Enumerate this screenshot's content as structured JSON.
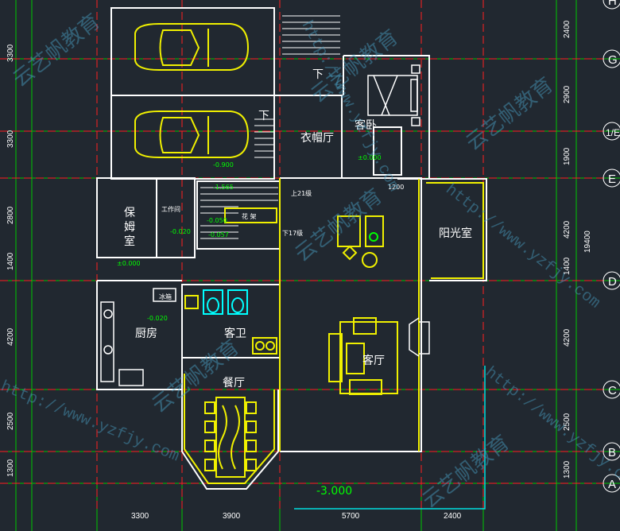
{
  "rooms": {
    "wardrobe_hall": "衣帽厅",
    "guest_bedroom": "客卧",
    "sunroom": "阳光室",
    "nanny_line1": "保",
    "nanny_line2": "姆",
    "nanny_line3": "室",
    "workroom": "工作间",
    "kitchen": "厨房",
    "guest_bath": "客卫",
    "living_room": "客厅",
    "dining_room": "餐厅",
    "fridge": "冰箱",
    "flower_box": "花 架"
  },
  "stairs": {
    "down_1": "下",
    "down_2": "下",
    "up_21": "上21级",
    "down_17": "下17级"
  },
  "levels": {
    "garage": "-0.900",
    "entry": "±0.000",
    "l1": "-1.565",
    "l2": "-0.050",
    "l3": "-0.057",
    "l4": "±0.000",
    "kitchen": "-0.020",
    "ground": "-3.000",
    "workroom_level": "-0.020"
  },
  "right_dims": [
    "2400",
    "2900",
    "1900",
    "4200",
    "1400",
    "4200",
    "2500",
    "1300"
  ],
  "left_dims": [
    "3300",
    "3300",
    "2800",
    "1400",
    "4200",
    "2500",
    "1300"
  ],
  "bottom_dims": [
    "3300",
    "3900",
    "5700",
    "2400"
  ],
  "total_height": "19400",
  "axis_labels": [
    "G",
    "1/E",
    "E",
    "D",
    "C",
    "B",
    "A"
  ],
  "axis_top_partial": "H",
  "window_dim": "1200",
  "watermarks": {
    "brand": "云艺帆教育",
    "url": "http://www.yzfjy.com"
  },
  "colors": {
    "background": "#212830",
    "grid": "#00d000",
    "axis_red": "#ff2020",
    "walls": "#ffffff",
    "furniture": "#f0f000",
    "fixtures": "#00ffff",
    "watermark": "#4aa3c8"
  }
}
